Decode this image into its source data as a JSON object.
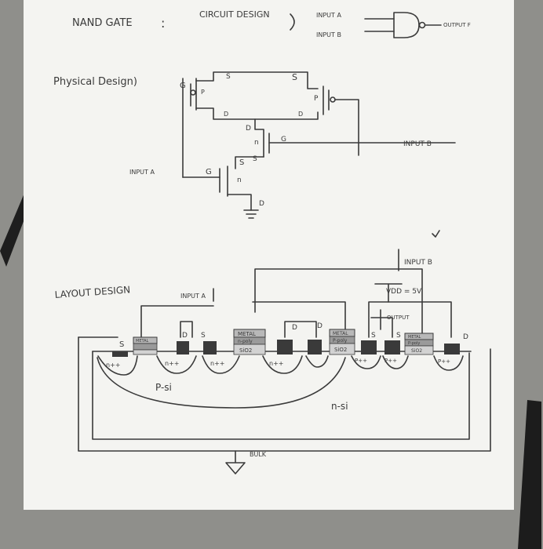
{
  "header": {
    "nand_gate": "NAND GATE",
    "colon": ":",
    "circuit_design": "CIRCUIT DESIGN",
    "input_a": "INPUT A",
    "input_b": "INPUT B",
    "output": "OUTPUT F"
  },
  "physical": {
    "title": "Physical Design)",
    "gate": "G",
    "source": "S",
    "drain": "D",
    "p_type": "P",
    "n_type": "n",
    "input_a": "INPUT A",
    "input_b": "INPUT B"
  },
  "layout": {
    "title": "LAYOUT DESIGN",
    "input_a": "INPUT A",
    "input_b": "INPUT B",
    "vdd": "VDD = 5V",
    "output": "OUTPUT",
    "metal": "METAL",
    "n_poly": "n-poly",
    "p_poly": "P-poly",
    "sio2": "SiO2",
    "sio2_short": "SiO2",
    "n_plus": "n++",
    "p_plus": "P++",
    "p_si": "P-si",
    "n_si": "n-si",
    "bulk": "BULK",
    "s": "S",
    "d": "D"
  },
  "colors": {
    "paper": "#f4f4f1",
    "ink": "#3a3a3a",
    "background": "#8f8f8b"
  }
}
